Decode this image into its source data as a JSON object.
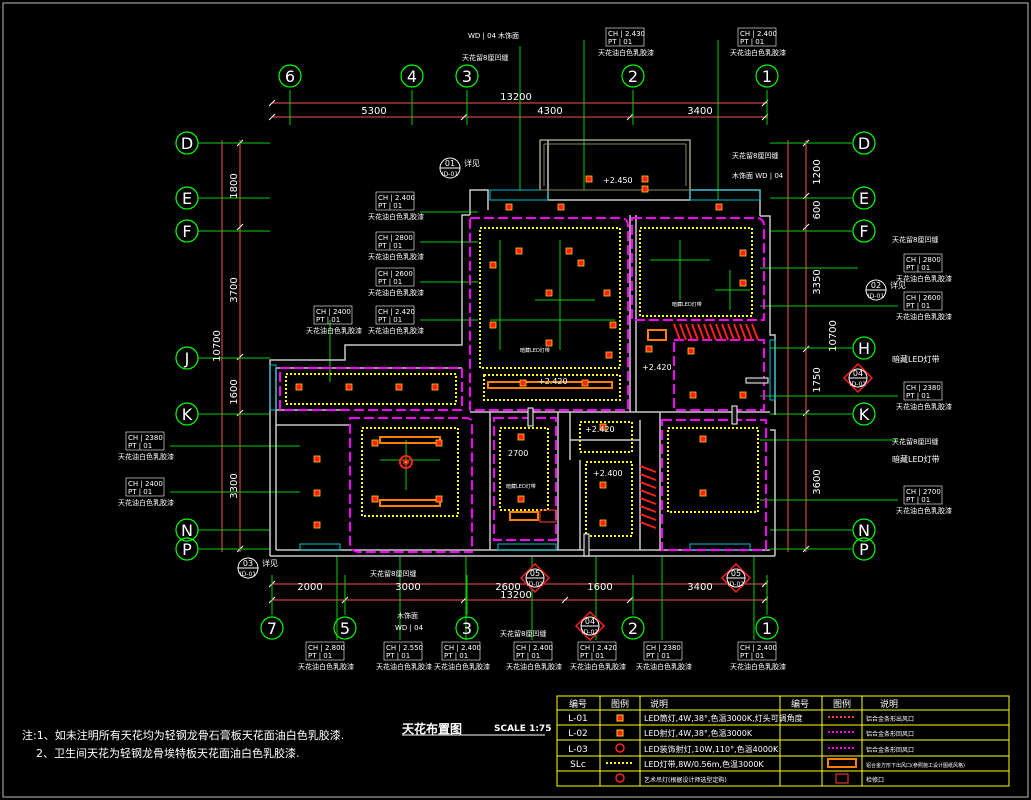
{
  "drawing": {
    "title": "天花布置图",
    "scale": "SCALE 1:75",
    "total_width": "13200",
    "total_height": "10700",
    "colors": {
      "background": "#000000",
      "wall": "#c0c0c0",
      "dim": "#ff6060",
      "axis": "#00ff00",
      "text": "#ffffff",
      "zone": "#ff00ff",
      "led": "#ffff00",
      "fixture": "#ff2020"
    }
  },
  "axes": {
    "top": [
      "6",
      "4",
      "3",
      "2",
      "1"
    ],
    "bottom": [
      "7",
      "5",
      "3",
      "2",
      "1"
    ],
    "left": [
      "D",
      "E",
      "F",
      "J",
      "K",
      "N",
      "P"
    ],
    "right": [
      "D",
      "E",
      "F",
      "H",
      "K",
      "N",
      "P"
    ]
  },
  "dims": {
    "top": [
      "5300",
      "4300",
      "3400"
    ],
    "bottom": [
      "2000",
      "3000",
      "2600",
      "1600",
      "3400"
    ],
    "left": [
      "1800",
      "3700",
      "1600",
      "3300"
    ],
    "right": [
      "1200",
      "600",
      "3350",
      "1750",
      "3600"
    ]
  },
  "ch_tags": [
    {
      "ch": "CH | 2.430",
      "pt": "PT | 01",
      "desc": "天花油白色乳胶漆"
    },
    {
      "ch": "CH | 2.400",
      "pt": "PT | 01",
      "desc": "天花油白色乳胶漆"
    },
    {
      "ch": "CH | 2.400",
      "pt": "PT | 01",
      "desc": "天花油白色乳胶漆"
    },
    {
      "ch": "CH | 2800",
      "pt": "PT | 01",
      "desc": "天花油白色乳胶漆"
    },
    {
      "ch": "CH | 2600",
      "pt": "PT | 01",
      "desc": "天花油白色乳胶漆"
    },
    {
      "ch": "CH | 2.420",
      "pt": "PT | 01",
      "desc": "天花油白色乳胶漆"
    },
    {
      "ch": "CH | 2400",
      "pt": "PT | 01",
      "desc": "天花油白色乳胶漆"
    },
    {
      "ch": "CH | 2800",
      "pt": "PT | 01",
      "desc": "天花油白色乳胶漆"
    },
    {
      "ch": "CH | 2600",
      "pt": "PT | 01",
      "desc": "天花油白色乳胶漆"
    },
    {
      "ch": "CH | 2380",
      "pt": "PT | 01",
      "desc": "天花油白色乳胶漆"
    },
    {
      "ch": "CH | 2700",
      "pt": "PT | 01",
      "desc": "天花油白色乳胶漆"
    },
    {
      "ch": "CH | 2380",
      "pt": "PT | 01",
      "desc": "天花油白色乳胶漆"
    },
    {
      "ch": "CH | 2400",
      "pt": "PT | 01",
      "desc": "天花油白色乳胶漆"
    },
    {
      "ch": "CH | 2.800",
      "pt": "PT | 01",
      "desc": "天花油白色乳胶漆"
    },
    {
      "ch": "CH | 2.550",
      "pt": "PT | 01",
      "desc": "天花油白色乳胶漆"
    },
    {
      "ch": "CH | 2.400",
      "pt": "PT | 01",
      "desc": "天花油白色乳胶漆"
    },
    {
      "ch": "CH | 2.400",
      "pt": "PT | 01",
      "desc": "天花油白色乳胶漆"
    },
    {
      "ch": "CH | 2.420",
      "pt": "PT | 01",
      "desc": "天花油白色乳胶漆"
    },
    {
      "ch": "CH | 2380",
      "pt": "PT | 01",
      "desc": "天花油白色乳胶漆"
    },
    {
      "ch": "CH | 2.400",
      "pt": "PT | 01",
      "desc": "天花油白色乳胶漆"
    }
  ],
  "labels": {
    "wd_top": "WD | 04",
    "wood_finish": "木饰面",
    "wood_finish_wd": "木饰面  WD | 04",
    "gap_8": "天花留8厘凹缝",
    "concealed_led": "暗藏LED灯带",
    "wd_bottom": "WD | 04",
    "room_levels": [
      "+2.450",
      "+2.420",
      "+2.420",
      "+2.420",
      "+2.400",
      "2700"
    ],
    "led_small": "暗藏LED灯带"
  },
  "section_tags": [
    {
      "num": "01",
      "sheet": "ID-01",
      "word": "详见"
    },
    {
      "num": "02",
      "sheet": "ID-01",
      "word": "详见"
    },
    {
      "num": "03",
      "sheet": "ID-01",
      "word": "详见"
    },
    {
      "num": "04",
      "sheet": "ID-02"
    },
    {
      "num": "05",
      "sheet": "ID-02"
    },
    {
      "num": "04",
      "sheet": "ID-02"
    },
    {
      "num": "05",
      "sheet": "ID-02"
    }
  ],
  "notes": [
    "注:1、如未注明所有天花均为轻钢龙骨石膏板天花面油白色乳胶漆.",
    "2、卫生间天花为轻钢龙骨埃特板天花面油白色乳胶漆."
  ],
  "legend": {
    "headers": [
      "编号",
      "图例",
      "说明",
      "编号",
      "图例",
      "说明"
    ],
    "rows": [
      {
        "code": "L-01",
        "desc": "LED筒灯,4W,38°,色温3000K,灯头可调角度",
        "r_desc": "铝合金条形出风口"
      },
      {
        "code": "L-02",
        "desc": "LED射灯,4W,38°,色温3000K",
        "r_desc": "铝合金条形回风口"
      },
      {
        "code": "L-03",
        "desc": "LED装饰射灯,10W,110°,色温4000K",
        "r_desc": "铝合金条形回风口"
      },
      {
        "code": "SLc",
        "desc": "LED灯带,8W/0.56m,色温3000K",
        "r_desc": "铝合金方形下出风口(参照施工设计图纸风格)"
      },
      {
        "code": "",
        "desc": "艺术吊灯(根据设计师选型定购)",
        "r_desc": "检修口"
      }
    ]
  }
}
